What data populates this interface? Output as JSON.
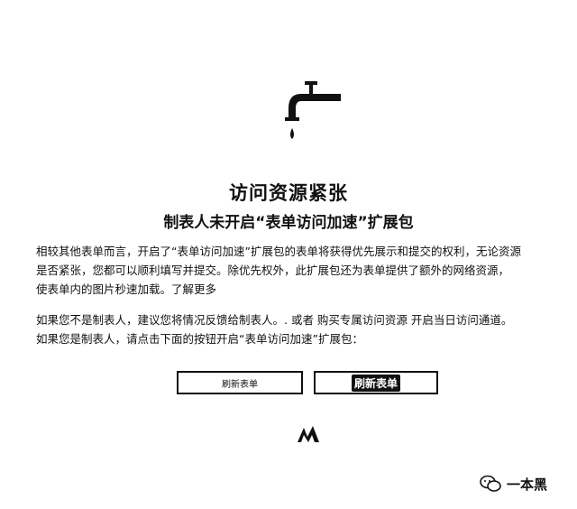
{
  "dialog": {
    "title": "访问资源紧张",
    "subtitle": "制表人未开启“表单访问加速”扩展包",
    "intro_lines": [
      "相较其他表单而言，开启了“表单访问加速”扩展包的表单将获得优先展示和提交的权利，无论资源",
      "是否紧张，您都可以顺利填写并提交。除优先权外，此扩展包还为表单提供了额外的网络资源，",
      "使表单内的图片秒速加载。了解更多"
    ],
    "note_lines": [
      "如果您不是制表人，建议您将情况反馈给制表人。. 或者 购买专属访问资源 开启当日访问通道。",
      "如果您是制表人，请点击下面的按钮开启“表单访问加速”扩展包："
    ],
    "buttons": {
      "left_label": "刷新表单",
      "right_label": "刷新表单"
    }
  },
  "watermark": {
    "text": "一本黑"
  },
  "colors": {
    "ink": "#111111",
    "background": "#ffffff"
  },
  "icons": {
    "illustration": "faucet-drip-icon",
    "brand": "brand-logo-icon",
    "wechat": "wechat-icon"
  }
}
